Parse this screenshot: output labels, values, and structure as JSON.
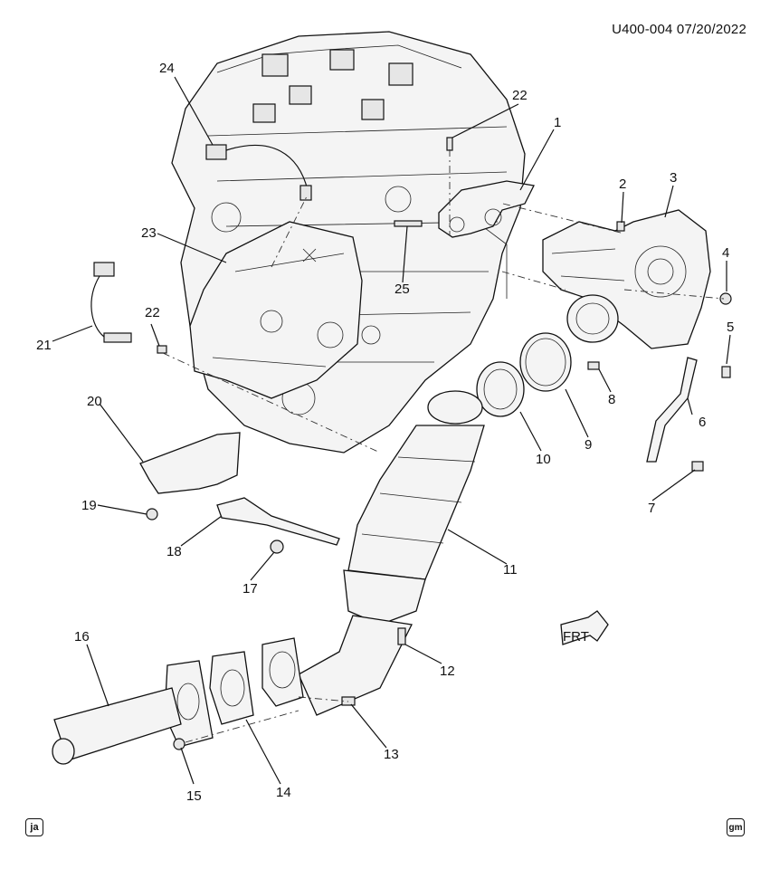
{
  "header": {
    "code": "U400-004",
    "date": "07/20/2022"
  },
  "callouts": [
    {
      "id": "c1",
      "label": "1"
    },
    {
      "id": "c2",
      "label": "2"
    },
    {
      "id": "c3",
      "label": "3"
    },
    {
      "id": "c4",
      "label": "4"
    },
    {
      "id": "c5",
      "label": "5"
    },
    {
      "id": "c6",
      "label": "6"
    },
    {
      "id": "c7",
      "label": "7"
    },
    {
      "id": "c8",
      "label": "8"
    },
    {
      "id": "c9",
      "label": "9"
    },
    {
      "id": "c10",
      "label": "10"
    },
    {
      "id": "c11",
      "label": "11"
    },
    {
      "id": "c12",
      "label": "12"
    },
    {
      "id": "c13",
      "label": "13"
    },
    {
      "id": "c14",
      "label": "14"
    },
    {
      "id": "c15",
      "label": "15"
    },
    {
      "id": "c16",
      "label": "16"
    },
    {
      "id": "c17",
      "label": "17"
    },
    {
      "id": "c18",
      "label": "18"
    },
    {
      "id": "c19",
      "label": "19"
    },
    {
      "id": "c20",
      "label": "20"
    },
    {
      "id": "c21",
      "label": "21"
    },
    {
      "id": "c22a",
      "label": "22"
    },
    {
      "id": "c22b",
      "label": "22"
    },
    {
      "id": "c23",
      "label": "23"
    },
    {
      "id": "c24",
      "label": "24"
    },
    {
      "id": "c25",
      "label": "25"
    }
  ],
  "front_marker": "FRT",
  "footer": {
    "left_badge": "ja",
    "right_badge": "gm"
  }
}
